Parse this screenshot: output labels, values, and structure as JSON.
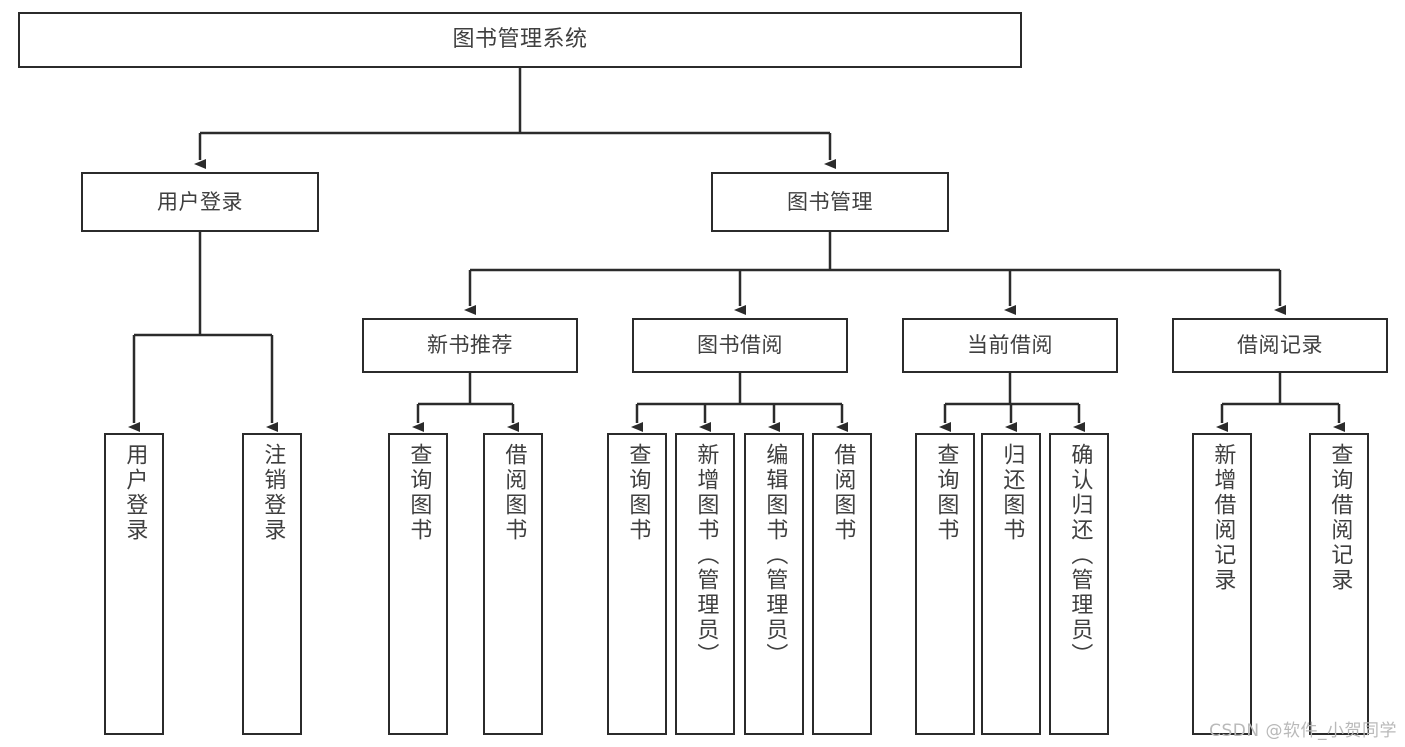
{
  "diagram": {
    "type": "tree",
    "title": "图书管理系统",
    "watermark": "CSDN @软件_小贺同学",
    "colors": {
      "box_border": "#2b2b2b",
      "box_fill": "#ffffff",
      "connector": "#2b2b2b",
      "text": "#3f3f3f",
      "watermark": "#b9b9b9",
      "background": "#ffffff"
    },
    "nodes": {
      "root": {
        "label": "图书管理系统"
      },
      "level2": [
        {
          "id": "user-login",
          "label": "用户登录"
        },
        {
          "id": "book-management",
          "label": "图书管理"
        }
      ],
      "level3": [
        {
          "id": "new-book-recommend",
          "label": "新书推荐"
        },
        {
          "id": "book-borrow",
          "label": "图书借阅"
        },
        {
          "id": "current-borrow",
          "label": "当前借阅"
        },
        {
          "id": "borrow-record",
          "label": "借阅记录"
        }
      ],
      "leaves": {
        "user-login": [
          {
            "id": "leaf-user-login",
            "label": "用户登录"
          },
          {
            "id": "leaf-logout-login",
            "label": "注销登录"
          }
        ],
        "new-book-recommend": [
          {
            "id": "leaf-query-book-1",
            "label": "查询图书"
          },
          {
            "id": "leaf-borrow-book-1",
            "label": "借阅图书"
          }
        ],
        "book-borrow": [
          {
            "id": "leaf-query-book-2",
            "label": "查询图书"
          },
          {
            "id": "leaf-add-book",
            "label": "新增图书（管理员）"
          },
          {
            "id": "leaf-edit-book",
            "label": "编辑图书（管理员）"
          },
          {
            "id": "leaf-borrow-book-2",
            "label": "借阅图书"
          }
        ],
        "current-borrow": [
          {
            "id": "leaf-query-book-3",
            "label": "查询图书"
          },
          {
            "id": "leaf-return-book",
            "label": "归还图书"
          },
          {
            "id": "leaf-confirm-return",
            "label": "确认归还（管理员）"
          }
        ],
        "borrow-record": [
          {
            "id": "leaf-add-record",
            "label": "新增借阅记录"
          },
          {
            "id": "leaf-query-record",
            "label": "查询借阅记录"
          }
        ]
      }
    }
  }
}
